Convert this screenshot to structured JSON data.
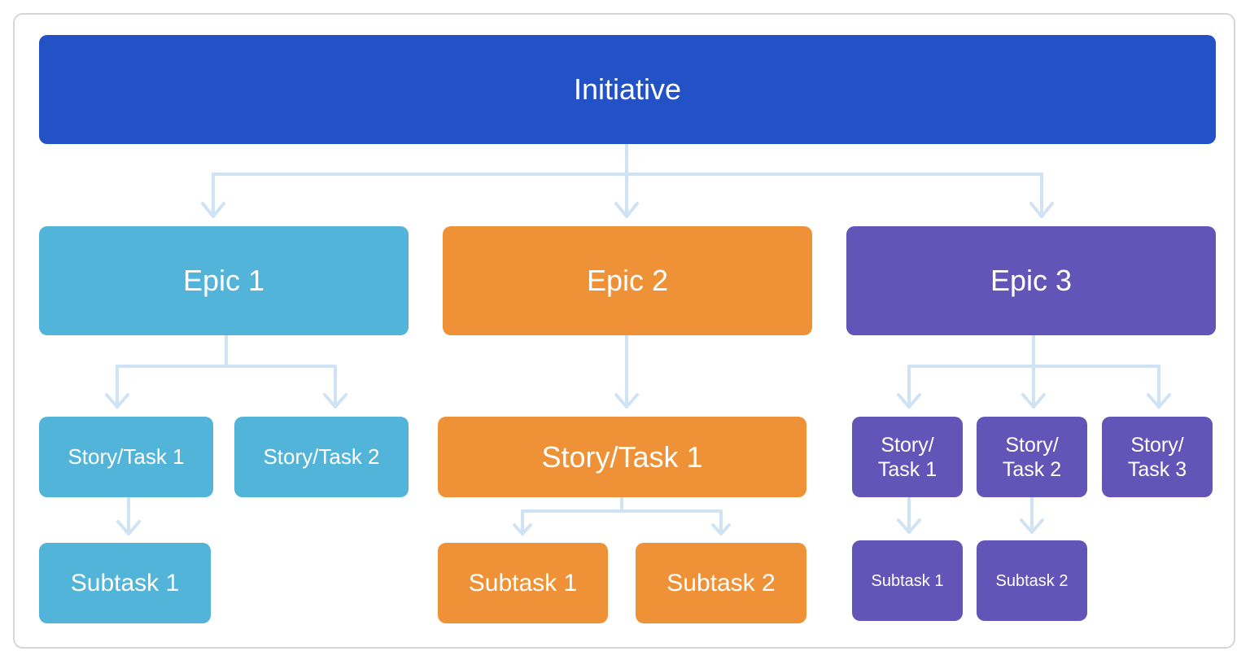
{
  "colors": {
    "initiative": "#2352c6",
    "epic1": "#52b4d8",
    "epic2": "#ef9237",
    "epic3": "#6255b7",
    "connector": "#cfe3f4"
  },
  "initiative": {
    "label": "Initiative"
  },
  "epic1": {
    "label": "Epic 1",
    "stories": [
      "Story/Task 1",
      "Story/Task 2"
    ],
    "subtasks": [
      "Subtask 1"
    ]
  },
  "epic2": {
    "label": "Epic 2",
    "stories": [
      "Story/Task 1"
    ],
    "subtasks": [
      "Subtask 1",
      "Subtask 2"
    ]
  },
  "epic3": {
    "label": "Epic 3",
    "stories": [
      "Story/\nTask 1",
      "Story/\nTask 2",
      "Story/\nTask 3"
    ],
    "subtasks": [
      "Subtask 1",
      "Subtask 2"
    ]
  }
}
